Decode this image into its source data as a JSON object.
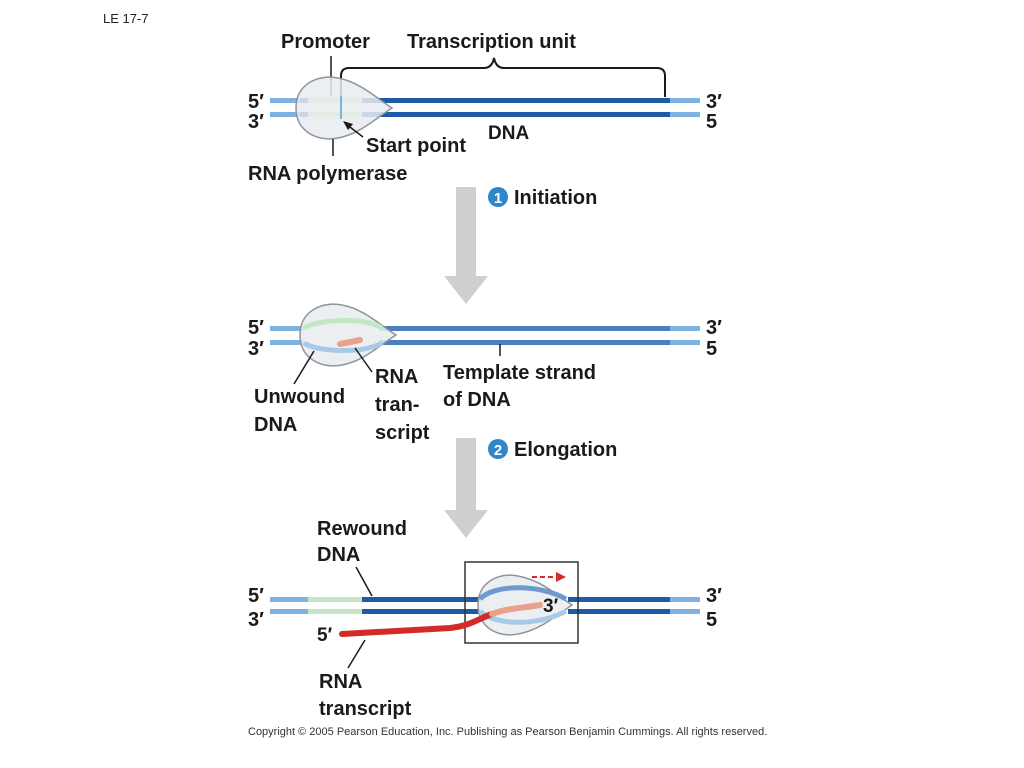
{
  "slide_id": "LE 17-7",
  "colors": {
    "dna_dark": "#1f5aa6",
    "dna_light": "#7fb2e0",
    "promoter": "#c5e6c4",
    "polymerase_fill": "#e9ecef",
    "rna": "#d42a2a",
    "rna_light": "#e8a18a",
    "arrow": "#cfcfcf",
    "badge": "#2f86c9"
  },
  "stage1": {
    "promoter": "Promoter",
    "transcription_unit": "Transcription unit",
    "end_5_left": "5′",
    "end_3_left": "3′",
    "end_3_right": "3′",
    "end_5_right": "5",
    "dna": "DNA",
    "start_point": "Start point",
    "rna_polymerase": "RNA polymerase"
  },
  "step1": {
    "number": "1",
    "label": "Initiation"
  },
  "stage2": {
    "end_5_left": "5′",
    "end_3_left": "3′",
    "end_3_right": "3′",
    "end_5_right": "5",
    "unwound_dna_line1": "Unwound",
    "unwound_dna_line2": "DNA",
    "rna_transcript_line1": "RNA",
    "rna_transcript_line2": "tran-",
    "rna_transcript_line3": "script",
    "template_line1": "Template strand",
    "template_line2": "of DNA"
  },
  "step2": {
    "number": "2",
    "label": "Elongation"
  },
  "stage3": {
    "rewound_line1": "Rewound",
    "rewound_line2": "DNA",
    "end_5_left": "5′",
    "end_3_left": "3′",
    "end_3_right": "3′",
    "end_5_right": "5",
    "rna_3_end": "3′",
    "rna_5_end": "5′",
    "rna_transcript_line1": "RNA",
    "rna_transcript_line2": "transcript"
  },
  "copyright": "Copyright © 2005 Pearson Education, Inc. Publishing as Pearson Benjamin Cummings. All rights reserved."
}
